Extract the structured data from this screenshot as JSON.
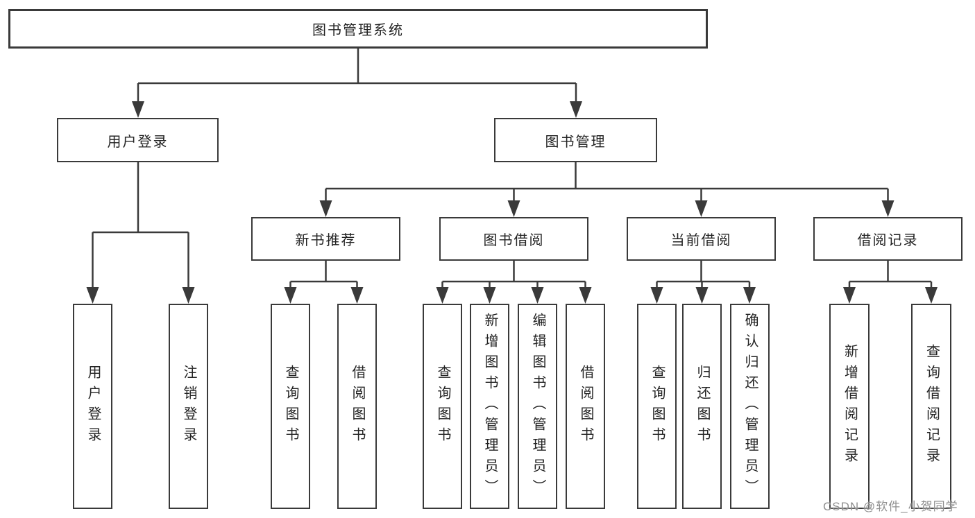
{
  "diagram": {
    "type": "tree",
    "root": {
      "label": "图书管理系统"
    },
    "level2": [
      {
        "label": "用户登录",
        "parent": "图书管理系统",
        "children": [
          "用户登录",
          "注销登录"
        ]
      },
      {
        "label": "图书管理",
        "parent": "图书管理系统",
        "children": [
          "新书推荐",
          "图书借阅",
          "当前借阅",
          "借阅记录"
        ]
      }
    ],
    "level3": [
      {
        "label": "新书推荐",
        "parent": "图书管理",
        "children": [
          "查询图书",
          "借阅图书"
        ]
      },
      {
        "label": "图书借阅",
        "parent": "图书管理",
        "children": [
          "查询图书",
          "新增图书（管理员）",
          "编辑图书（管理员）",
          "借阅图书"
        ]
      },
      {
        "label": "当前借阅",
        "parent": "图书管理",
        "children": [
          "查询图书",
          "归还图书",
          "确认归还（管理员）"
        ]
      },
      {
        "label": "借阅记录",
        "parent": "图书管理",
        "children": [
          "新增借阅记录",
          "查询借阅记录"
        ]
      }
    ],
    "leaves": [
      {
        "label": "用户登录",
        "parent": "用户登录"
      },
      {
        "label": "注销登录",
        "parent": "用户登录"
      },
      {
        "label": "查询图书",
        "parent": "新书推荐"
      },
      {
        "label": "借阅图书",
        "parent": "新书推荐"
      },
      {
        "label": "查询图书",
        "parent": "图书借阅"
      },
      {
        "label": "新增图书（管理员）",
        "parent": "图书借阅"
      },
      {
        "label": "编辑图书（管理员）",
        "parent": "图书借阅"
      },
      {
        "label": "借阅图书",
        "parent": "图书借阅"
      },
      {
        "label": "查询图书",
        "parent": "当前借阅"
      },
      {
        "label": "归还图书",
        "parent": "当前借阅"
      },
      {
        "label": "确认归还（管理员）",
        "parent": "当前借阅"
      },
      {
        "label": "新增借阅记录",
        "parent": "借阅记录"
      },
      {
        "label": "查询借阅记录",
        "parent": "借阅记录"
      }
    ],
    "colors": {
      "line": "#3a3a3a",
      "box_border": "#3a3a3a",
      "box_fill": "#ffffff",
      "text": "#232323",
      "background": "#ffffff",
      "watermark": "#8f8f8f"
    }
  },
  "watermark": {
    "text": "CSDN @软件_小贺同学"
  }
}
